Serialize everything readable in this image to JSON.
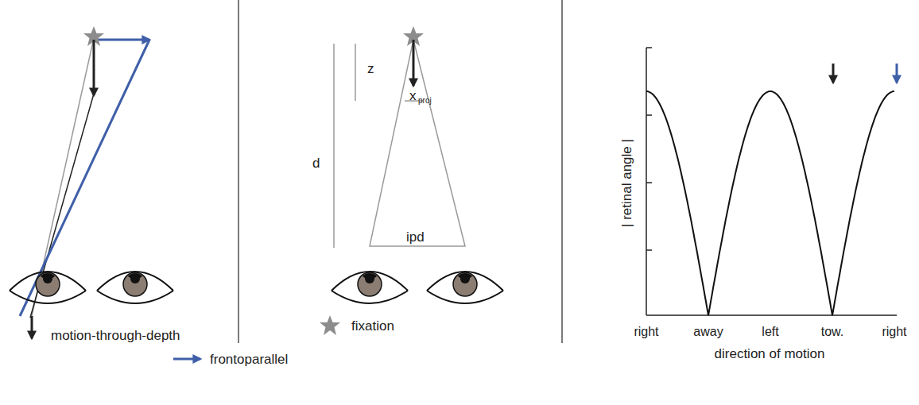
{
  "diagram": {
    "labels": [
      "z",
      "x",
      "proj",
      "d",
      "ipd",
      "| retinal angle |",
      "right",
      "away",
      "left",
      "tow.",
      "right",
      "direction of motion"
    ],
    "legend": [
      {
        "text": "motion-through-depth"
      },
      {
        "text": "fixation"
      },
      {
        "text": "frontoparallel"
      }
    ]
  }
}
